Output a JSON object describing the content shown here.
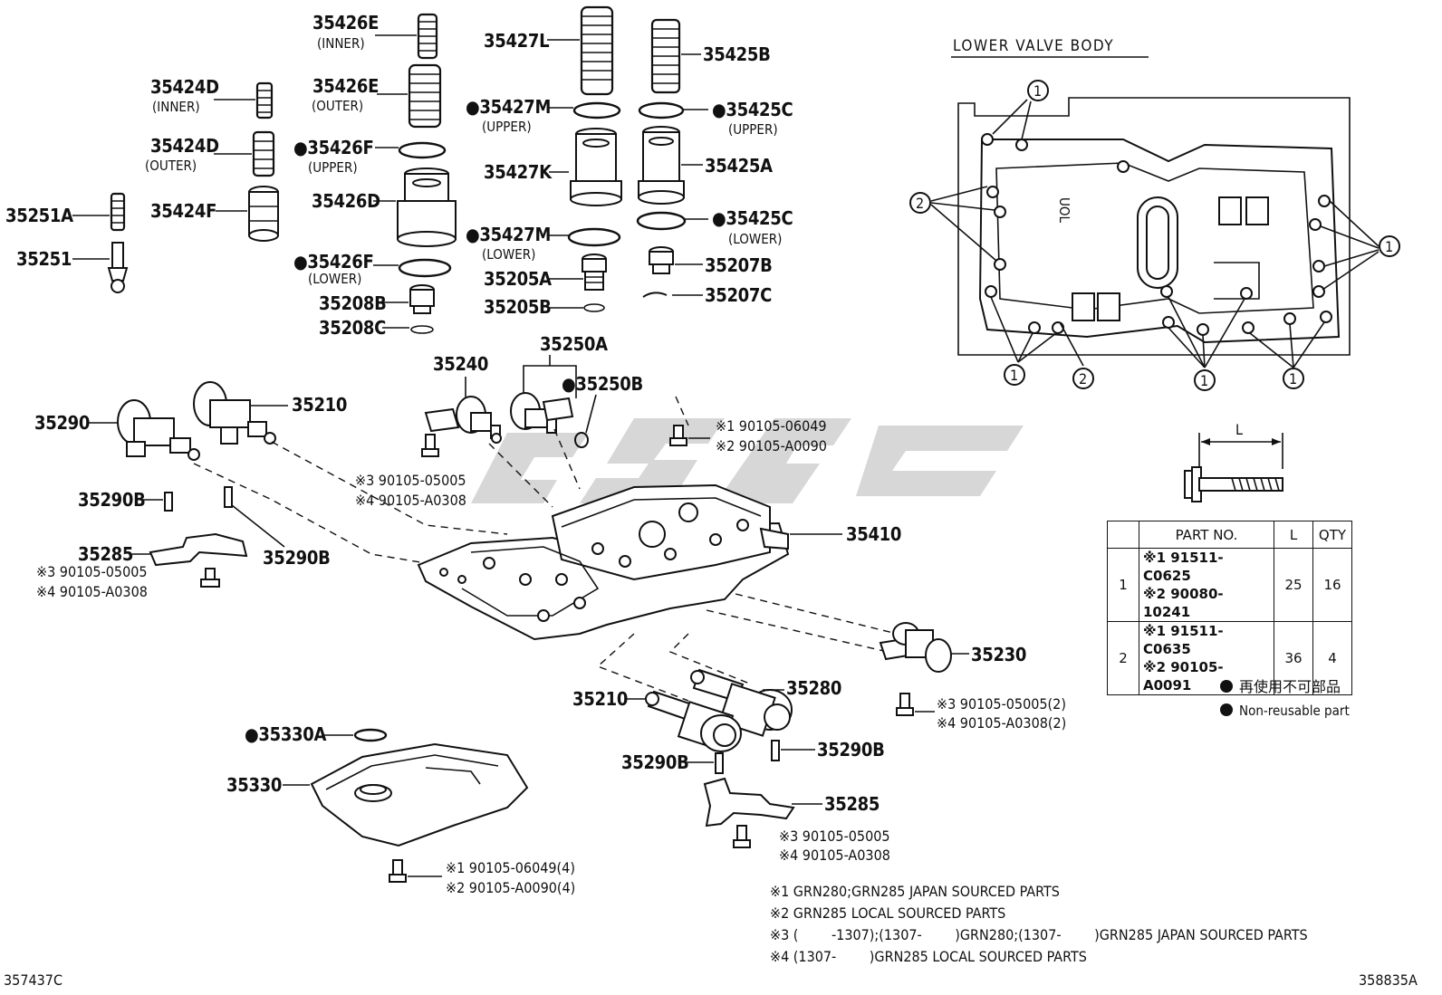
{
  "diagram": {
    "section_title": "LOWER VALVE BODY",
    "corner_left": "357437C",
    "corner_right": "358835A",
    "parts": {
      "p35426E_inner": "35426E",
      "p35426E_inner_sub": "(INNER)",
      "p35426E_outer": "35426E",
      "p35426E_outer_sub": "(OUTER)",
      "p35424D_inner": "35424D",
      "p35424D_inner_sub": "(INNER)",
      "p35424D_outer": "35424D",
      "p35424D_outer_sub": "(OUTER)",
      "p35251A": "35251A",
      "p35424F": "35424F",
      "p35251": "35251",
      "p35426F_upper": "●35426F",
      "p35426F_upper_sub": "(UPPER)",
      "p35426D": "35426D",
      "p35426F_lower": "●35426F",
      "p35426F_lower_sub": "(LOWER)",
      "p35208B": "35208B",
      "p35208C": "35208C",
      "p35427L": "35427L",
      "p35427M_upper": "●35427M",
      "p35427M_upper_sub": "(UPPER)",
      "p35427K": "35427K",
      "p35427M_lower": "●35427M",
      "p35427M_lower_sub": "(LOWER)",
      "p35205A": "35205A",
      "p35205B": "35205B",
      "p35425B": "35425B",
      "p35425C_upper": "●35425C",
      "p35425C_upper_sub": "(UPPER)",
      "p35425A": "35425A",
      "p35425C_lower": "●35425C",
      "p35425C_lower_sub": "(LOWER)",
      "p35207B": "35207B",
      "p35207C": "35207C",
      "p35250A": "35250A",
      "p35240": "35240",
      "p35250B": "●35250B",
      "p35210_top": "35210",
      "p35290": "35290",
      "p35290B_a": "35290B",
      "p35285_a": "35285",
      "p35290B_b": "35290B",
      "p35410": "35410",
      "p35230": "35230",
      "p35280": "35280",
      "p35210_bot": "35210",
      "p35290B_c": "35290B",
      "p35290B_d": "35290B",
      "p35285_b": "35285",
      "p35330A": "●35330A",
      "p35330": "35330"
    },
    "bolt_refs": {
      "r_a1": "※1 90105-06049",
      "r_a2": "※2 90105-A0090",
      "r_b1": "※3 90105-05005",
      "r_b2": "※4 90105-A0308",
      "r_c1": "※3 90105-05005",
      "r_c2": "※4 90105-A0308",
      "r_d1": "※3 90105-05005(2)",
      "r_d2": "※4 90105-A0308(2)",
      "r_e1": "※3 90105-05005",
      "r_e2": "※4 90105-A0308",
      "r_f1": "※1 90105-06049(4)",
      "r_f2": "※2 90105-A0090(4)"
    },
    "callouts": {
      "one": "1",
      "two": "2",
      "length": "L"
    },
    "legend": {
      "jp": "再使用不可部品",
      "en": "Non-reusable part"
    },
    "notes": {
      "n1": "※1 GRN280;GRN285 JAPAN SOURCED PARTS",
      "n2": "※2 GRN285 LOCAL SOURCED PARTS",
      "n3": "※3 (        -1307);(1307-        )GRN280;(1307-        )GRN285 JAPAN SOURCED PARTS",
      "n4": "※4 (1307-        )GRN285 LOCAL SOURCED PARTS"
    },
    "bolt_table": {
      "headers": [
        "",
        "PART NO.",
        "L",
        "QTY"
      ],
      "rows": [
        {
          "idx": "1",
          "pn1": "※1 91511-C0625",
          "pn2": "※2 90080-10241",
          "l": "25",
          "qty": "16"
        },
        {
          "idx": "2",
          "pn1": "※1 91511-C0635",
          "pn2": "※2 90105-A0091",
          "l": "36",
          "qty": "4"
        }
      ]
    }
  }
}
